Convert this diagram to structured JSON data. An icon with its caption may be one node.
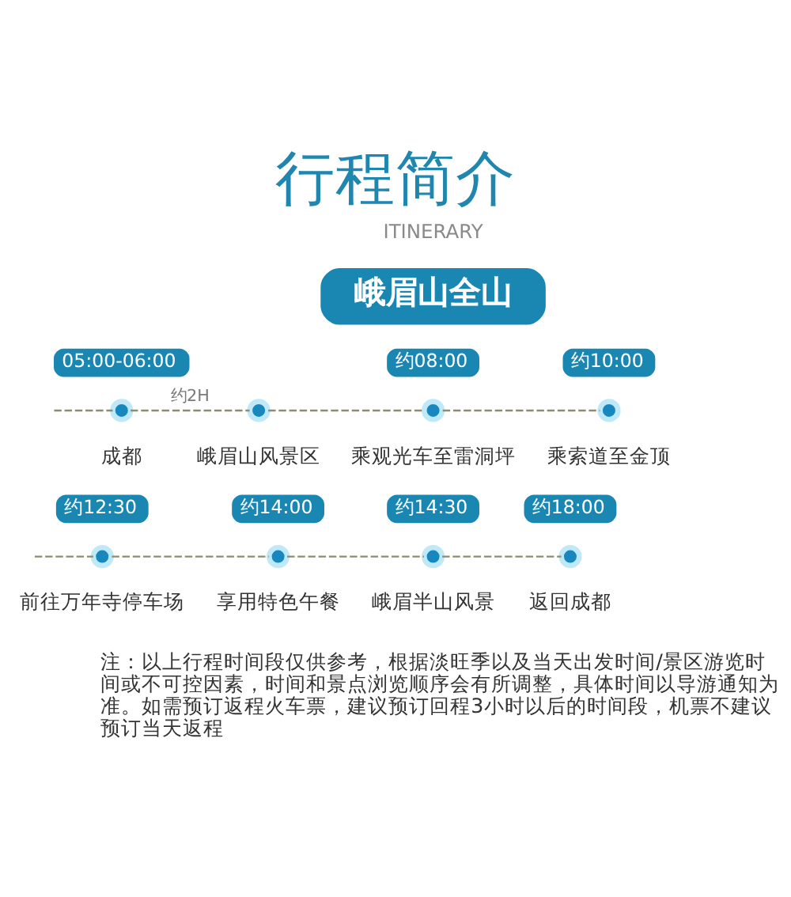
{
  "diagram": {
    "title": "行程简介",
    "nodes": [
      {
        "text": [
          "峨眉山全山"
        ]
      },
      {
        "text": [
          "05:00-06:00"
        ]
      },
      {
        "text": [
          "约08:00"
        ]
      },
      {
        "text": [
          "约10:00"
        ]
      },
      {
        "text": [],
        "shape": "circle",
        "beside": [
          "成都"
        ]
      },
      {
        "text": [],
        "shape": "circle",
        "beside": [
          "峨眉山风景区"
        ]
      },
      {
        "text": [],
        "shape": "circle",
        "beside": [
          "乘观光车至雷洞坪"
        ]
      },
      {
        "text": [],
        "shape": "circle",
        "beside": [
          "乘索道至金顶"
        ]
      },
      {
        "text": [
          "约12:30"
        ]
      },
      {
        "text": [
          "约14:00"
        ]
      },
      {
        "text": [
          "约14:30"
        ]
      },
      {
        "text": [
          "约18:00"
        ]
      },
      {
        "text": [],
        "shape": "circle",
        "beside": [
          "前往万年寺停车场"
        ]
      },
      {
        "text": [],
        "shape": "circle",
        "beside": [
          "享用特色午餐"
        ]
      },
      {
        "text": [],
        "shape": "circle",
        "beside": [
          "峨眉半山风景"
        ]
      },
      {
        "text": [],
        "shape": "circle",
        "beside": [
          "返回成都"
        ]
      }
    ],
    "edges": [
      {
        "from": null,
        "to": 4,
        "arrow": "none",
        "style": "dashed"
      },
      {
        "from": 4,
        "to": 5,
        "arrow": "none",
        "style": "dashed",
        "label": "约2H"
      },
      {
        "from": 5,
        "to": 6,
        "arrow": "none",
        "style": "dashed"
      },
      {
        "from": 6,
        "to": 7,
        "arrow": "none",
        "style": "dashed"
      },
      {
        "from": null,
        "to": 12,
        "arrow": "none",
        "style": "dashed"
      },
      {
        "from": 12,
        "to": 13,
        "arrow": "none",
        "style": "dashed"
      },
      {
        "from": 13,
        "to": 14,
        "arrow": "none",
        "style": "dashed"
      },
      {
        "from": 14,
        "to": 15,
        "arrow": "none",
        "style": "dashed"
      }
    ],
    "labels": [
      "ITINERARY",
      "注：以上行程时间段仅供参考，根据淡旺季以及当天出发时间/景区游览时间或不可控因素，时间和景点浏览顺序会有所调整，具体时间以导游通知为准。如需预订返程火车票，建议预订回程3小时以后的时间段，机票不建议预订当天返程"
    ]
  }
}
